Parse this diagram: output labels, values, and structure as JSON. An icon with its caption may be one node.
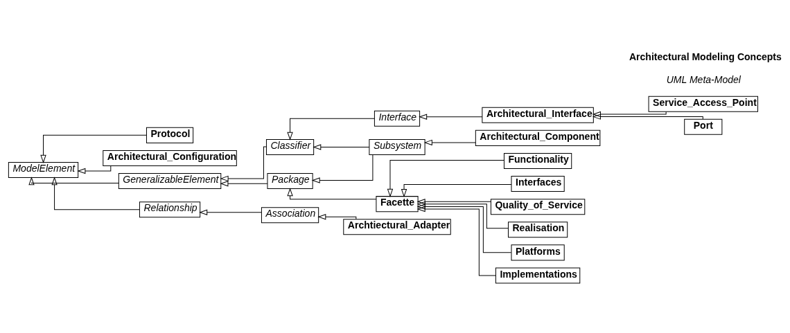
{
  "diagram": {
    "nodes": [
      {
        "text": [
          "Relationship"
        ]
      },
      {
        "text": [
          "Association"
        ]
      },
      {
        "text": [
          "Archtiectural_Adapter"
        ]
      },
      {
        "text": [
          "Protocol"
        ]
      },
      {
        "text": [
          "Architectural_Configuration"
        ]
      },
      {
        "text": [
          "ModelElement"
        ]
      },
      {
        "text": [
          "Functionality"
        ]
      },
      {
        "text": [
          "Interfaces"
        ]
      },
      {
        "text": [
          "Quality_of_Service"
        ]
      },
      {
        "text": [
          "Realisation"
        ]
      },
      {
        "text": [
          "Platforms"
        ]
      },
      {
        "text": [
          "Implementations"
        ]
      },
      {
        "text": [
          "Facette"
        ]
      },
      {
        "text": [
          "Package"
        ]
      },
      {
        "text": [
          "Subsystem"
        ]
      },
      {
        "text": [
          "Architectural_Component"
        ]
      },
      {
        "text": [
          "GeneralizableElement"
        ]
      },
      {
        "text": [
          "Classifier"
        ]
      },
      {
        "text": [
          "Interface"
        ]
      },
      {
        "text": [
          "Architectural_Interface"
        ]
      },
      {
        "text": [
          "Service_Access_Point"
        ]
      },
      {
        "text": [
          "Port"
        ]
      }
    ],
    "edges": [
      {
        "from": 1,
        "to": 0,
        "arrow": "to"
      },
      {
        "from": 2,
        "to": 1,
        "arrow": "to"
      },
      {
        "from": 0,
        "to": 5,
        "arrow": "to"
      },
      {
        "from": 3,
        "to": 5,
        "arrow": "to"
      },
      {
        "from": 4,
        "to": 5,
        "arrow": "to"
      },
      {
        "from": 16,
        "to": 5,
        "arrow": "to"
      },
      {
        "from": 13,
        "to": 16,
        "arrow": "to"
      },
      {
        "from": 17,
        "to": 16,
        "arrow": "to"
      },
      {
        "from": 12,
        "to": 13,
        "arrow": "to"
      },
      {
        "from": 14,
        "to": 13,
        "arrow": "to"
      },
      {
        "from": 14,
        "to": 17,
        "arrow": "to"
      },
      {
        "from": 18,
        "to": 17,
        "arrow": "to"
      },
      {
        "from": 15,
        "to": 14,
        "arrow": "to"
      },
      {
        "from": 19,
        "to": 18,
        "arrow": "to"
      },
      {
        "from": 6,
        "to": 12,
        "arrow": "to"
      },
      {
        "from": 7,
        "to": 12,
        "arrow": "to"
      },
      {
        "from": 8,
        "to": 12,
        "arrow": "to"
      },
      {
        "from": 9,
        "to": 12,
        "arrow": "to"
      },
      {
        "from": 10,
        "to": 12,
        "arrow": "to"
      },
      {
        "from": 11,
        "to": 12,
        "arrow": "to"
      },
      {
        "from": 20,
        "to": 19,
        "arrow": "to"
      },
      {
        "from": 21,
        "to": 19,
        "arrow": "to"
      }
    ],
    "labels": [
      "UML Meta-Model",
      "Architectural Modeling Concepts"
    ]
  }
}
